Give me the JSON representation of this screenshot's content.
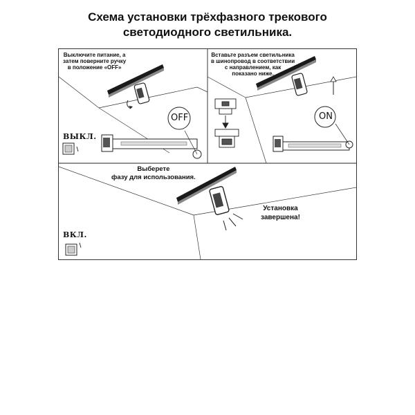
{
  "title": {
    "line1": "Схема установки трёхфазного трекового",
    "line2": "светодиодного светильника."
  },
  "step1": {
    "lines": [
      "Выключите питание, а",
      "затем поверните ручку",
      "в положение «OFF»"
    ],
    "switch_label": "ВЫКЛ.",
    "bubble": "OFF"
  },
  "step2": {
    "lines": [
      "Вставьте разъем светильника",
      "в шинопровод в соответствии",
      "с направлением, как",
      "показано ниже."
    ],
    "bubble": "ON"
  },
  "step3": {
    "lines": [
      "Выберете",
      "фазу для использования."
    ],
    "switch_label": "ВКЛ."
  },
  "step4": {
    "lines": [
      "Установка",
      "завершена!"
    ]
  },
  "colors": {
    "line": "#222222",
    "track": "#1a1a1a"
  },
  "icons": [
    "rotate-arrow-icon",
    "up-arrow-icon",
    "light-beam-icon",
    "wall-switch-icon"
  ]
}
